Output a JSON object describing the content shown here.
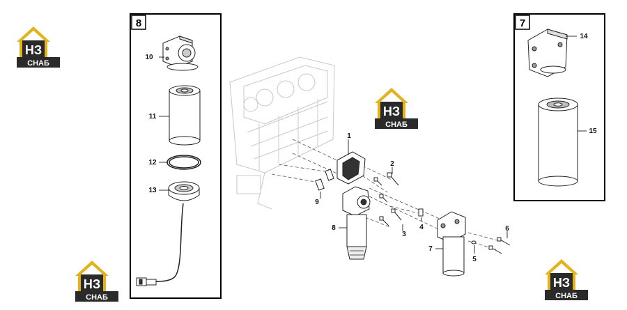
{
  "boxes": {
    "box8": {
      "number": "8"
    },
    "box7": {
      "number": "7"
    }
  },
  "labels": {
    "l1": "1",
    "l2": "2",
    "l3": "3",
    "l4": "4",
    "l5": "5",
    "l6": "6",
    "l7": "7",
    "l8": "8",
    "l9": "9",
    "l10": "10",
    "l11": "11",
    "l12": "12",
    "l13": "13",
    "l14": "14",
    "l15": "15"
  },
  "logo": {
    "letters": "НЗ",
    "word": "СНАБ",
    "colors": {
      "roof": "#e3b21f",
      "body": "#2a2a2a",
      "text": "#ffffff"
    }
  }
}
